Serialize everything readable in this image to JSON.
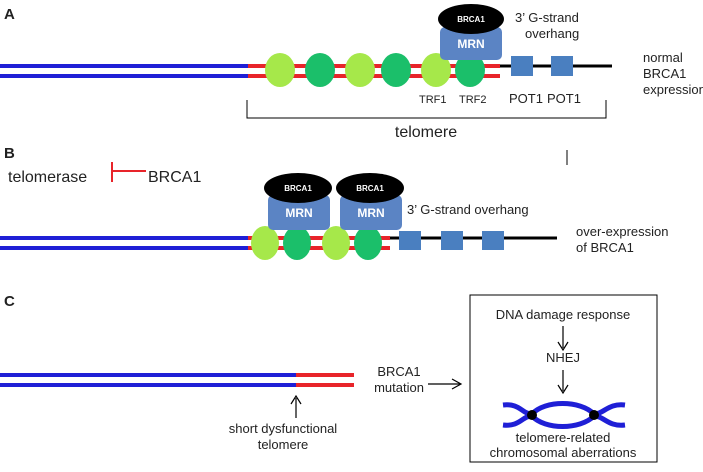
{
  "panels": {
    "a": "A",
    "b": "B",
    "c": "C"
  },
  "panel_a": {
    "brca1": "BRCA1",
    "mrn": "MRN",
    "overhang_line1": "3’ G-strand",
    "overhang_line2": "overhang",
    "trf1": "TRF1",
    "trf2": "TRF2",
    "pot1_left": "POT1",
    "pot1_right": "POT1",
    "telomere": "telomere",
    "expr_line1": "normal",
    "expr_line2": "BRCA1",
    "expr_line3": "expression"
  },
  "panel_b": {
    "telomerase": "telomerase",
    "inhibitor": "BRCA1",
    "brca1": "BRCA1",
    "mrn": "MRN",
    "overhang": "3’ G-strand overhang",
    "expr_line1": "over-expression",
    "expr_line2": "of BRCA1"
  },
  "panel_c": {
    "short_line1": "short dysfunctional",
    "short_line2": "telomere",
    "mutation_line1": "BRCA1",
    "mutation_line2": "mutation",
    "ddr": "DNA damage response",
    "nhej": "NHEJ",
    "aberr_line1": "telomere-related",
    "aberr_line2": "chromosomal aberrations"
  },
  "colors": {
    "dna_blue": "#1f1fd6",
    "telomere_red": "#e8242a",
    "trf1_green": "#a6e84a",
    "trf2_green": "#1bbf6a",
    "pot1_blue": "#4a7fc0",
    "mrn_blue": "#5b84c4",
    "brca1_black": "#000000"
  }
}
